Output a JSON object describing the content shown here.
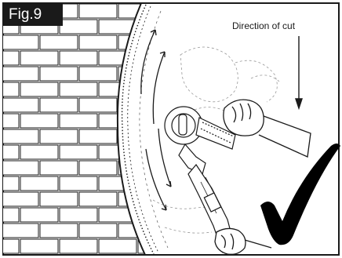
{
  "figure": {
    "label": "Fig.9"
  },
  "annotation": {
    "direction_text": "Direction of cut"
  },
  "graphics": {
    "brick_wall": "brick-wall",
    "saw_blade": "circular-saw-blade",
    "saw_tool": "wall-chaser-saw",
    "hands": "operator-hands",
    "direction_arrow": "down-arrow-icon",
    "approval_mark": "check-mark-icon"
  },
  "colors": {
    "ink": "#1a1a1a",
    "label_bg": "#1a1a1a",
    "label_text": "#ffffff",
    "background": "#ffffff"
  }
}
